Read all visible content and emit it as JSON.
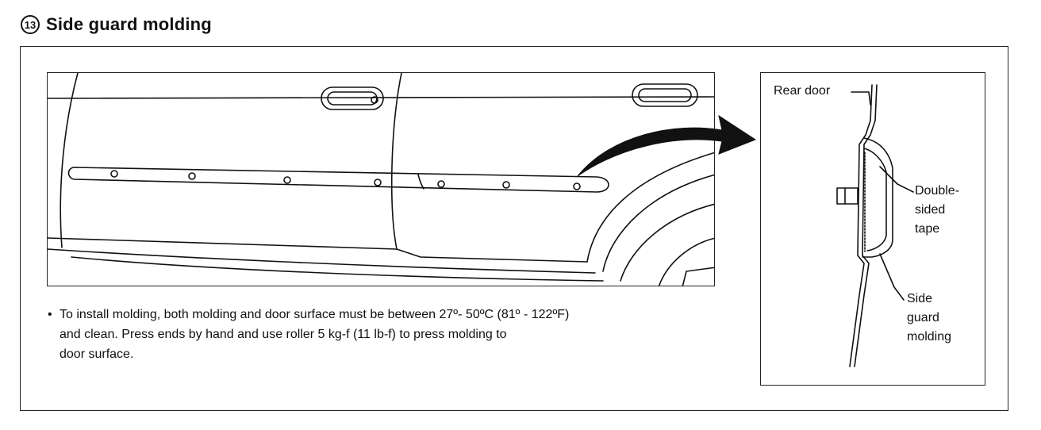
{
  "section": {
    "number": "13",
    "title": "Side guard molding"
  },
  "illustration": {
    "car_side_view": "",
    "detail_labels": {
      "rear_door": "Rear door",
      "double_sided_tape": [
        "Double-",
        "sided",
        "tape"
      ],
      "side_guard_molding": [
        "Side",
        "guard",
        "molding"
      ]
    }
  },
  "note": {
    "bullet": "•",
    "lines": [
      "To install molding, both molding and door surface must be between 27º- 50ºC (81º - 122ºF)",
      "and clean.  Press ends by hand and use roller 5 kg-f (11 lb-f) to press molding to",
      "door surface."
    ]
  }
}
